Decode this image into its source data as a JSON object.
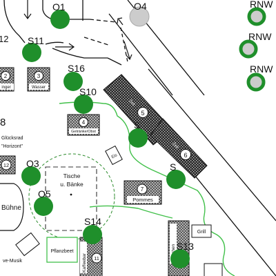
{
  "markers": {
    "O1": {
      "label": "O1",
      "color": "#1f8f2b"
    },
    "O4": {
      "label": "O4",
      "color": "#cccccc"
    },
    "S11": {
      "label": "S11",
      "color": "#1f8f2b"
    },
    "S16": {
      "label": "S16",
      "color": "#1f8f2b"
    },
    "S10": {
      "label": "S10",
      "color": "#1f8f2b"
    },
    "S_mid": {
      "label": "S",
      "color": "#1f8f2b"
    },
    "S_right": {
      "label": "S",
      "color": "#1f8f2b"
    },
    "O3": {
      "label": "O3",
      "color": "#1f8f2b"
    },
    "O5": {
      "label": "O5",
      "color": "#1f8f2b"
    },
    "S14": {
      "label": "S14",
      "color": "#1f8f2b"
    },
    "S13": {
      "label": "S13",
      "color": "#1f8f2b"
    },
    "S12_partial": {
      "label": "12",
      "color": "#1f8f2b"
    },
    "RNW_1": {
      "label": "RNW",
      "fill": "#cccccc",
      "ring": "#1f8f2b"
    },
    "RNW_2": {
      "label": "RNW",
      "fill": "#cccccc",
      "ring": "#1f8f2b"
    },
    "RNW_3": {
      "label": "RNW",
      "fill": "#cccccc",
      "ring": "#1f8f2b"
    }
  },
  "stands": {
    "n2": {
      "number": "2",
      "label": "inger"
    },
    "n3": {
      "number": "3",
      "label": "Wasser"
    },
    "n4": {
      "number": "4",
      "label": "Getränke/Obst"
    },
    "n5": {
      "number": "5",
      "label": "Zelt"
    },
    "n6": {
      "number": "6",
      "label": "Zelt"
    },
    "n7": {
      "number": "7",
      "label": "Pommes"
    },
    "n11": {
      "number": "11",
      "label": "Kaffeebar"
    },
    "n12": {
      "number": "12"
    },
    "eis": {
      "label": "Eis"
    },
    "grill": {
      "label": "Grill"
    }
  },
  "areas": {
    "gluecksrad_line1": "Glücksrad",
    "gluecksrad_line2": "\"Horizont\"",
    "number_8": "8",
    "tische_line1": "Tische",
    "tische_line2": "u. Bänke",
    "buehne": "Bühne",
    "pflanzbeet": "Pflanzbeet",
    "live_musik": "ve-Musik",
    "vertical_stand": "Mischen"
  },
  "colors": {
    "marker_green": "#1f8f2b",
    "marker_gray": "#cccccc",
    "route_green": "#41c04a",
    "hatch": "#333333"
  }
}
